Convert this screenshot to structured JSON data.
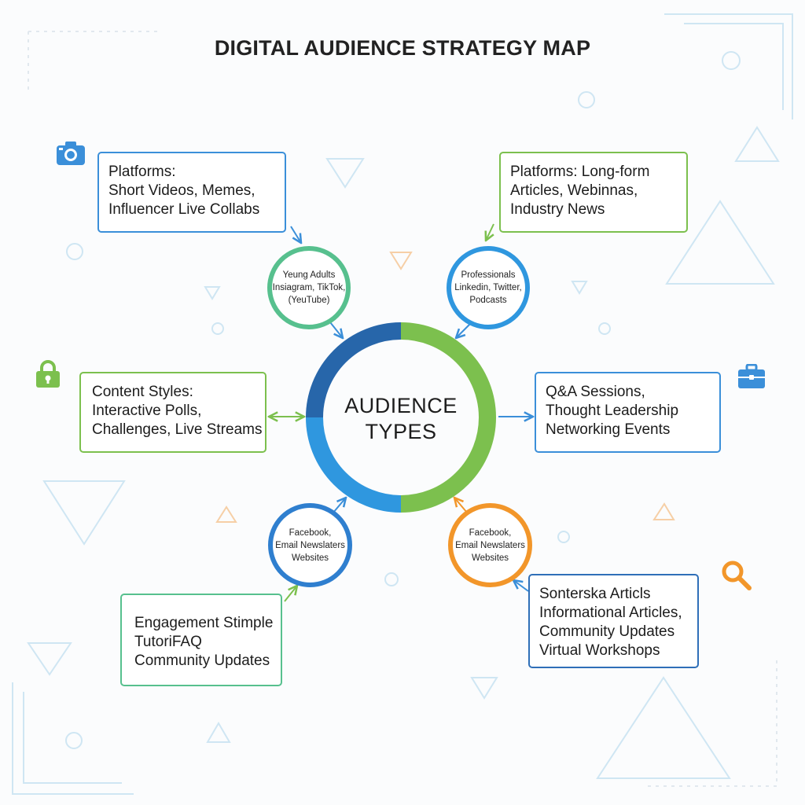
{
  "title": "DIGITAL AUDIENCE STRATEGY MAP",
  "hub": {
    "lines": [
      "AUDIENCE",
      "TYPES"
    ]
  },
  "boxes": {
    "top_left": {
      "lines": [
        "Platforms:",
        "Short Videos, Memes,",
        "Influencer Live Collabs"
      ]
    },
    "top_right": {
      "lines": [
        "Platforms: Long-form",
        "Articles, Webinnas,",
        "Industry News"
      ]
    },
    "mid_left": {
      "lines": [
        "Content Styles:",
        "Interactive Polls,",
        "Challenges, Live Streams"
      ]
    },
    "mid_right": {
      "lines": [
        "Q&A Sessions,",
        "Thought Leadership",
        "Networking Events"
      ]
    },
    "bottom_left": {
      "lines": [
        "Engagement Stimple",
        "TutoriFAQ",
        "Community Updates"
      ]
    },
    "bottom_right": {
      "lines": [
        "Sonterska Articls",
        "Informational Articles,",
        "Community Updates",
        "Virtual Workshops"
      ]
    }
  },
  "nodes": {
    "top_left": {
      "lines": [
        "Yeung Adults",
        "Insiagram, TikTok,",
        "(YeuTube)"
      ]
    },
    "top_right": {
      "lines": [
        "Professionals",
        "Linkedin, Twitter,",
        "Podcasts"
      ]
    },
    "bottom_left": {
      "lines": [
        "Facebook,",
        "Email Newslaters",
        "Websites"
      ]
    },
    "bottom_right": {
      "lines": [
        "Facebook,",
        "Email Newslaters",
        "Websites"
      ]
    }
  },
  "icons": [
    "camera-icon",
    "lock-icon",
    "briefcase-icon",
    "magnifier-icon"
  ],
  "colors": {
    "blue": "#3b8fd9",
    "dark_blue": "#2f6fb8",
    "green": "#7cc04e",
    "teal": "#57c08e",
    "orange": "#f2962a",
    "light_blue_decor": "#cfe6f3"
  }
}
